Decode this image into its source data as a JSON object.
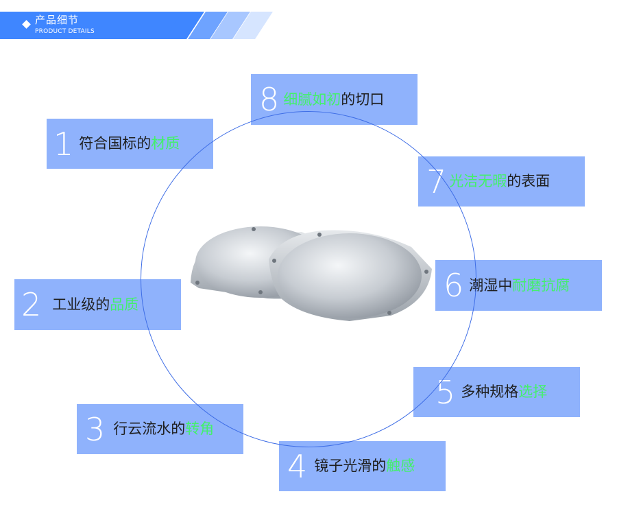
{
  "header": {
    "title": "产品细节",
    "subtitle": "PRODUCT DETAILS",
    "color": "#3f86ff"
  },
  "features": [
    {
      "id": "f1",
      "number": "1",
      "text": "符合国标的",
      "highlight": "材质",
      "order": "text-first"
    },
    {
      "id": "f2",
      "number": "2",
      "text": "工业级的",
      "highlight": "品质",
      "order": "text-first"
    },
    {
      "id": "f3",
      "number": "3",
      "text": "行云流水的",
      "highlight": "转角",
      "order": "text-first"
    },
    {
      "id": "f4",
      "number": "4",
      "text": "镜子光滑的",
      "highlight": "触感",
      "order": "text-first"
    },
    {
      "id": "f5",
      "number": "5",
      "text": "多种规格",
      "highlight": "选择",
      "order": "text-first"
    },
    {
      "id": "f6",
      "number": "6",
      "text": "潮湿中",
      "highlight": "耐磨抗腐",
      "order": "text-first"
    },
    {
      "id": "f7",
      "number": "7",
      "text": "的表面",
      "highlight": "光洁无暇",
      "order": "highlight-first"
    },
    {
      "id": "f8",
      "number": "8",
      "text": "的切口",
      "highlight": "细腻如初",
      "order": "highlight-first"
    }
  ],
  "colors": {
    "box": "#8fb2fc",
    "highlight": "#43f06c",
    "ring": "#3f6ee6",
    "text": "#1f1f1f"
  },
  "product_image": "stainless-diaphragm-caps"
}
